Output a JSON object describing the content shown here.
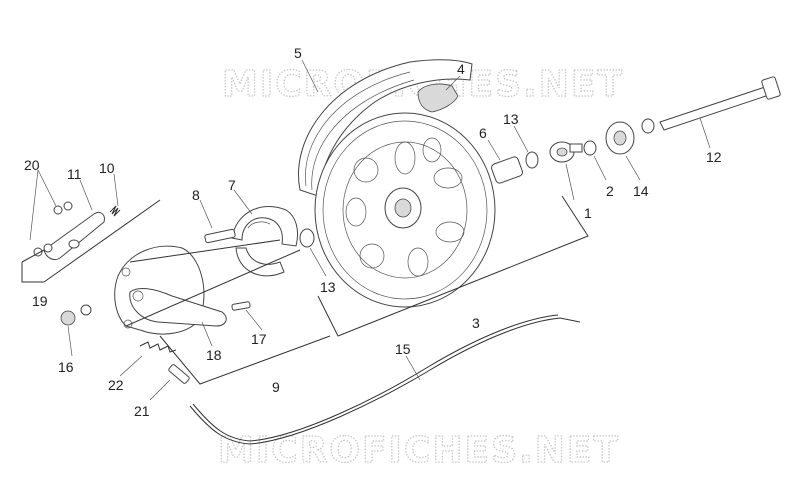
{
  "watermark": {
    "top_text": "MICROFICHES.NET",
    "bottom_text": "MICROFICHES.NET"
  },
  "callouts": [
    {
      "id": "c1",
      "text": "1"
    },
    {
      "id": "c2",
      "text": "2"
    },
    {
      "id": "c3",
      "text": "3"
    },
    {
      "id": "c4",
      "text": "4"
    },
    {
      "id": "c5",
      "text": "5"
    },
    {
      "id": "c6",
      "text": "6"
    },
    {
      "id": "c7",
      "text": "7"
    },
    {
      "id": "c8",
      "text": "8"
    },
    {
      "id": "c9",
      "text": "9"
    },
    {
      "id": "c10",
      "text": "10"
    },
    {
      "id": "c11",
      "text": "11"
    },
    {
      "id": "c12",
      "text": "12"
    },
    {
      "id": "c13a",
      "text": "13"
    },
    {
      "id": "c13b",
      "text": "13"
    },
    {
      "id": "c14",
      "text": "14"
    },
    {
      "id": "c15",
      "text": "15"
    },
    {
      "id": "c16",
      "text": "16"
    },
    {
      "id": "c17",
      "text": "17"
    },
    {
      "id": "c18",
      "text": "18"
    },
    {
      "id": "c19",
      "text": "19"
    },
    {
      "id": "c20",
      "text": "20"
    },
    {
      "id": "c21",
      "text": "21"
    },
    {
      "id": "c22",
      "text": "22"
    }
  ]
}
